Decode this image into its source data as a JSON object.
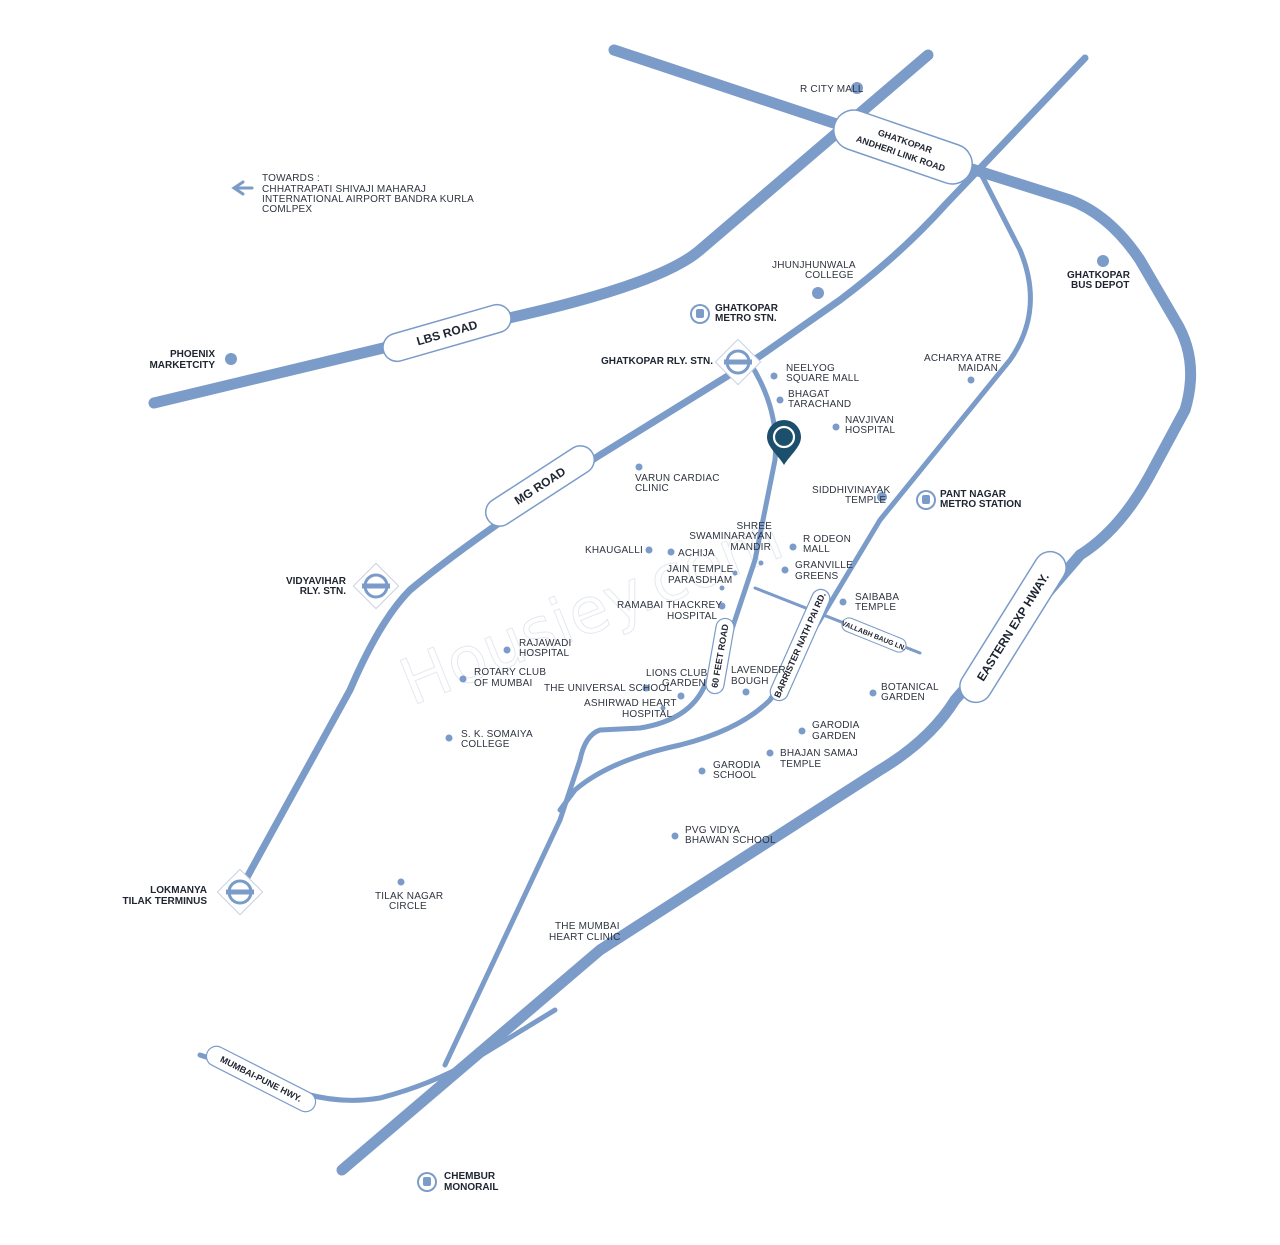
{
  "colors": {
    "road": "#7b9bc8",
    "marker": "#1b4f6b",
    "label": "#2f3440",
    "background": "#ffffff"
  },
  "watermark": "Housiey.com",
  "towards": {
    "line1": "TOWARDS :",
    "line2": "CHHATRAPATI SHIVAJI MAHARAJ",
    "line3": "INTERNATIONAL AIRPORT BANDRA KURLA",
    "line4": "COMLPEX"
  },
  "roads": {
    "lbs": "LBS ROAD",
    "mg": "MG ROAD",
    "link_1": "GHATKOPAR",
    "link_2": "ANDHERI LINK ROAD",
    "feet60": "60 FEET ROAD",
    "barrister": "BARRISTER NATH PAI RD.",
    "vallabh": "VALLABH BAUG LN.",
    "eastern": "EASTERN EXP HWAY.",
    "mumbai_pune": "MUMBAI-PUNE HWY."
  },
  "stations": {
    "ghatkopar_rly": "GHATKOPAR RLY. STN.",
    "vidyavihar_1": "VIDYAVIHAR",
    "vidyavihar_2": "RLY. STN.",
    "ltt_1": "LOKMANYA",
    "ltt_2": "TILAK TERMINUS",
    "gk_metro_1": "GHATKOPAR",
    "gk_metro_2": "METRO STN.",
    "pant_1": "PANT NAGAR",
    "pant_2": "METRO STATION",
    "chembur_1": "CHEMBUR",
    "chembur_2": "MONORAIL"
  },
  "places": {
    "r_city": "R CITY MALL",
    "jhunjhun_1": "JHUNJHUNWALA",
    "jhunjhun_2": "COLLEGE",
    "phoenix_1": "PHOENIX",
    "phoenix_2": "MARKETCITY",
    "bus_1": "GHATKOPAR",
    "bus_2": "BUS DEPOT",
    "acharya_1": "ACHARYA ATRE",
    "acharya_2": "MAIDAN",
    "neelyog_1": "NEELYOG",
    "neelyog_2": "SQUARE MALL",
    "bhagat_1": "BHAGAT",
    "bhagat_2": "TARACHAND",
    "navjivan_1": "NAVJIVAN",
    "navjivan_2": "HOSPITAL",
    "varun_1": "VARUN CARDIAC",
    "varun_2": "CLINIC",
    "siddhi_1": "SIDDHIVINAYAK",
    "siddhi_2": "TEMPLE",
    "shree_1": "SHREE",
    "shree_2": "SWAMINARAYAN",
    "shree_3": "MANDIR",
    "odeon_1": "R ODEON",
    "odeon_2": "MALL",
    "khaugalli": "KHAUGALLI",
    "achija": "ACHIJA",
    "jain_1": "JAIN TEMPLE",
    "jain_2": "PARASDHAM",
    "granville_1": "GRANVILLE",
    "granville_2": "GREENS",
    "ramabai_1": "RAMABAI THACKREY",
    "ramabai_2": "HOSPITAL",
    "saibaba_1": "SAIBABA",
    "saibaba_2": "TEMPLE",
    "rajawadi_1": "RAJAWADI",
    "rajawadi_2": "HOSPITAL",
    "rotary_1": "ROTARY CLUB",
    "rotary_2": "OF MUMBAI",
    "lions_1": "LIONS CLUB",
    "lions_2": "GARDEN",
    "universal": "THE UNIVERSAL SCHOOL",
    "ashirwad_1": "ASHIRWAD HEART",
    "ashirwad_2": "HOSPITAL",
    "lavender_1": "LAVENDER",
    "lavender_2": "BOUGH",
    "botanical_1": "BOTANICAL",
    "botanical_2": "GARDEN",
    "somaiya_1": "S. K. SOMAIYA",
    "somaiya_2": "COLLEGE",
    "garodia_g_1": "GARODIA",
    "garodia_g_2": "GARDEN",
    "bhajan_1": "BHAJAN SAMAJ",
    "bhajan_2": "TEMPLE",
    "garodia_s_1": "GARODIA",
    "garodia_s_2": "SCHOOL",
    "pvg_1": "PVG VIDYA",
    "pvg_2": "BHAWAN SCHOOL",
    "tilak_1": "TILAK NAGAR",
    "tilak_2": "CIRCLE",
    "heart_1": "THE MUMBAI",
    "heart_2": "HEART CLINIC"
  }
}
